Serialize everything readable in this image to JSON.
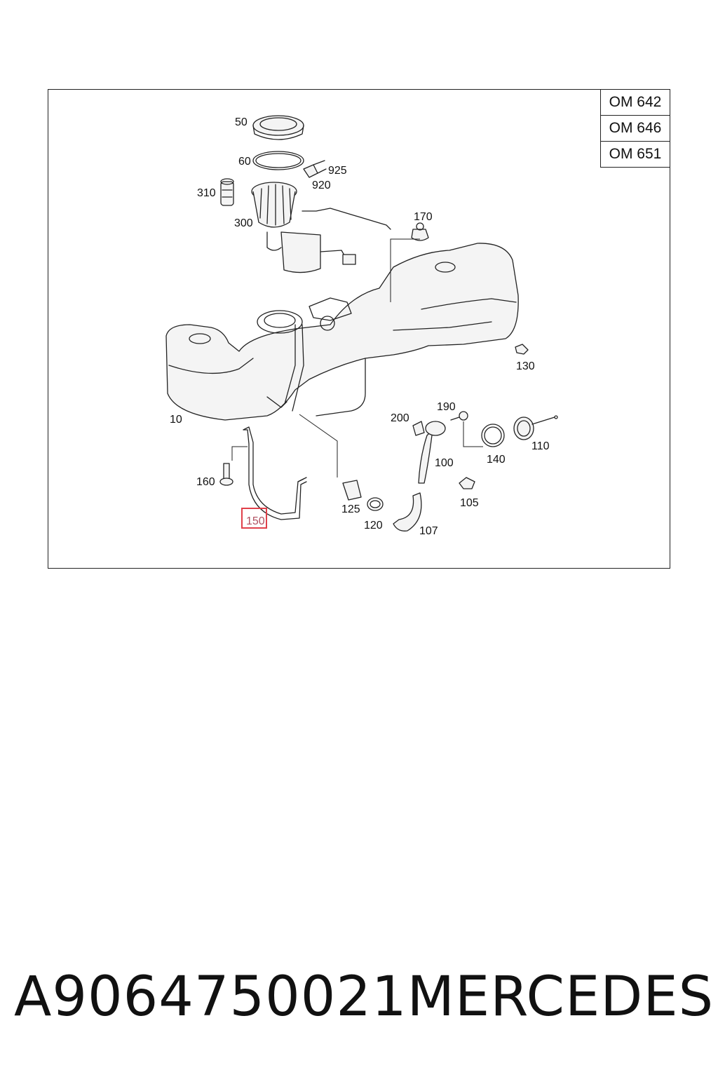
{
  "engine_variants": [
    "OM 642",
    "OM 646",
    "OM 651"
  ],
  "callouts": {
    "c50": "50",
    "c60": "60",
    "c925": "925",
    "c920": "920",
    "c310": "310",
    "c300": "300",
    "c170": "170",
    "c130": "130",
    "c10": "10",
    "c190": "190",
    "c200": "200",
    "c110": "110",
    "c160": "160",
    "c100": "100",
    "c140": "140",
    "c105": "105",
    "c125": "125",
    "c120": "120",
    "c150": "150",
    "c107": "107"
  },
  "highlighted_callout": "150",
  "highlight_color": "#e0404a",
  "footer": {
    "part_number": "A9064750021",
    "brand": "MERCEDES"
  }
}
